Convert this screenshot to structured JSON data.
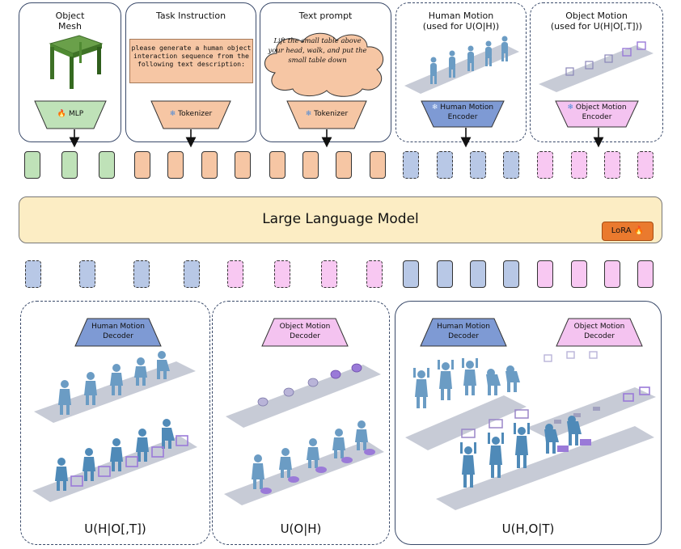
{
  "top_panels": [
    {
      "title_line1": "Object",
      "title_line2": "Mesh",
      "encoder": "MLP"
    },
    {
      "title": "Task Instruction",
      "text": "please generate a human object interaction sequence from the following text description:",
      "encoder": "Tokenizer"
    },
    {
      "title": "Text prompt",
      "text": "Lift the small table above your head, walk, and put the small table down",
      "encoder": "Tokenizer"
    },
    {
      "title_line1": "Human Motion",
      "title_line2": "(used for U(O|H))",
      "encoder_line1": "Human Motion",
      "encoder_line2": "Encoder"
    },
    {
      "title_line1": "Object Motion",
      "title_line2": "(used for U(H|O[,T]))",
      "encoder_line1": "Object Motion",
      "encoder_line2": "Encoder"
    }
  ],
  "llm": {
    "title": "Large Language Model",
    "lora": "LoRA"
  },
  "bottom_panels": [
    {
      "decoder_line1": "Human Motion",
      "decoder_line2": "Decoder",
      "caption": "U(H|O[,T])"
    },
    {
      "decoder_line1": "Object Motion",
      "decoder_line2": "Decoder",
      "caption": "U(O|H)"
    },
    {
      "decoder_a_line1": "Human Motion",
      "decoder_a_line2": "Decoder",
      "decoder_b_line1": "Object Motion",
      "decoder_b_line2": "Decoder",
      "caption": "U(H,O|T)"
    }
  ],
  "colors": {
    "green": "#bfe2b8",
    "orange": "#f6c6a4",
    "blue": "#b8c8e6",
    "pink": "#f8c8f2",
    "llm": "#fcedc4",
    "lora": "#ea7a2e",
    "human_encoder": "#7e9ad4",
    "object_encoder": "#f4c3f0"
  }
}
